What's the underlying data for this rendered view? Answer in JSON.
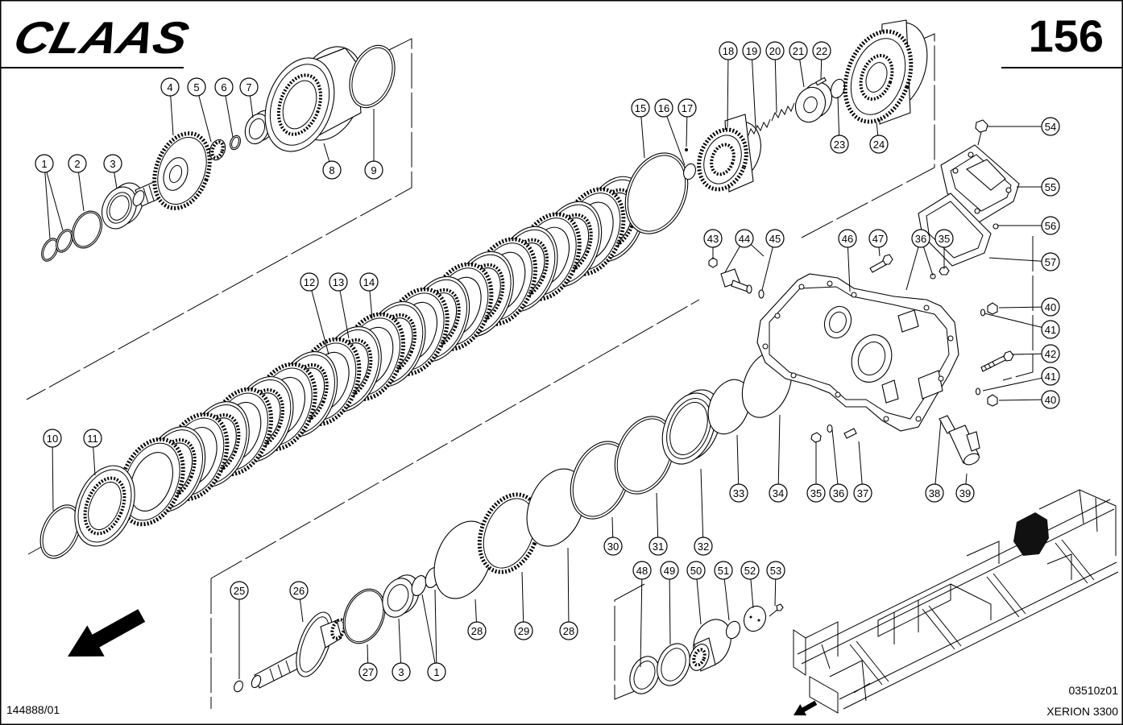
{
  "header": {
    "logo": "CLAAS",
    "page_number": "156"
  },
  "callouts": [
    "1",
    "2",
    "3",
    "4",
    "5",
    "6",
    "7",
    "8",
    "9",
    "10",
    "11",
    "12",
    "13",
    "14",
    "15",
    "16",
    "17",
    "18",
    "19",
    "20",
    "21",
    "22",
    "23",
    "24",
    "25",
    "26",
    "27",
    "3",
    "1",
    "28",
    "29",
    "28",
    "30",
    "31",
    "32",
    "33",
    "34",
    "35",
    "36",
    "37",
    "38",
    "39",
    "40",
    "41",
    "42",
    "41",
    "40",
    "43",
    "44",
    "45",
    "46",
    "47",
    "36",
    "35",
    "54",
    "55",
    "56",
    "57",
    "48",
    "49",
    "50",
    "51",
    "52",
    "53"
  ],
  "footer": {
    "drawing_number": "144888/01",
    "figure_code": "03510z01",
    "model": "XERION 3300"
  },
  "icons": {
    "direction_arrow": "arrow-down-left-icon",
    "frame_direction_arrow": "arrow-down-left-icon"
  }
}
